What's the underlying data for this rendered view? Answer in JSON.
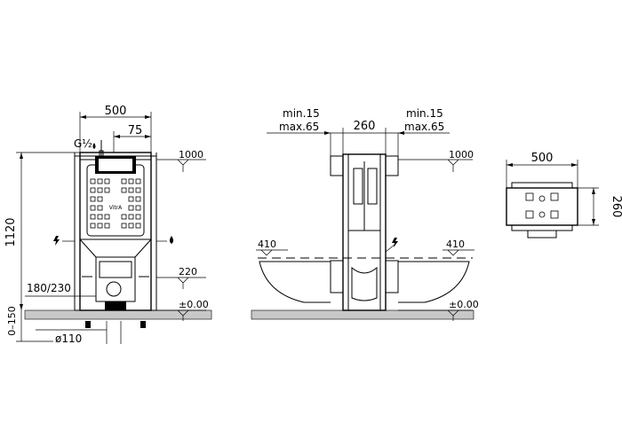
{
  "front_view": {
    "dim_width": "500",
    "dim_offset": "75",
    "pipe_size": "G½",
    "level_top": "1000",
    "dim_height": "1120",
    "level_mid": "220",
    "dim_side": "180/230",
    "level_floor": "±0.00",
    "dim_bottom": "0–150",
    "dim_drain": "ø110",
    "brand": "VitrA"
  },
  "side_view": {
    "min_left": "min.15",
    "max_left": "max.65",
    "dim_depth": "260",
    "min_right": "min.15",
    "max_right": "max.65",
    "level_top": "1000",
    "level_left": "410",
    "level_right": "410",
    "level_floor": "±0.00"
  },
  "top_view": {
    "dim_width": "500",
    "dim_depth": "260"
  },
  "icons": [
    "water-drop-icon",
    "electric-bolt-icon"
  ]
}
